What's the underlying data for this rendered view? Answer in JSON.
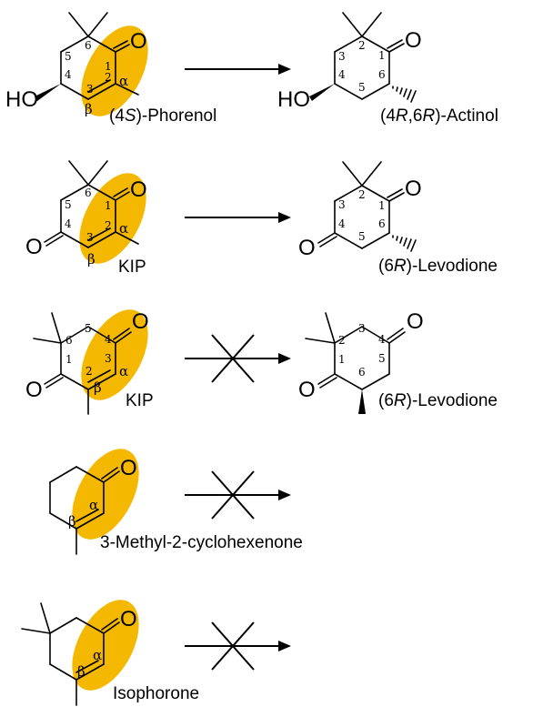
{
  "colors": {
    "highlight": "#F5B800",
    "bond": "#000000"
  },
  "atoms": {
    "oxygen": "O",
    "hydroxyl": "HO"
  },
  "greek": {
    "alpha": "α",
    "beta": "β"
  },
  "rows": [
    {
      "reactant_name_parts": [
        "(4",
        "S",
        ")-Phorenol"
      ],
      "product_name_parts": [
        "(4",
        "R",
        ",6",
        "R",
        ")-Actinol"
      ],
      "reactant_locants": [
        "1",
        "2",
        "3",
        "4",
        "5",
        "6"
      ],
      "product_locants": [
        "1",
        "2",
        "3",
        "4",
        "5",
        "6"
      ],
      "reaction": "converted"
    },
    {
      "reactant_name": "KIP",
      "product_name_parts": [
        "(6",
        "R",
        ")-Levodione"
      ],
      "reactant_locants": [
        "1",
        "2",
        "3",
        "4",
        "5",
        "6"
      ],
      "product_locants": [
        "1",
        "2",
        "3",
        "4",
        "5",
        "6"
      ],
      "reaction": "converted"
    },
    {
      "reactant_name": "KIP",
      "product_name_parts": [
        "(6",
        "R",
        ")-Levodione"
      ],
      "reactant_locants": [
        "1",
        "2",
        "3",
        "4",
        "5",
        "6"
      ],
      "product_locants": [
        "1",
        "2",
        "3",
        "4",
        "5",
        "6"
      ],
      "reaction": "not converted"
    },
    {
      "reactant_name": "3-Methyl-2-cyclohexenone",
      "reaction": "not converted"
    },
    {
      "reactant_name": "Isophorone",
      "reaction": "not converted"
    }
  ]
}
